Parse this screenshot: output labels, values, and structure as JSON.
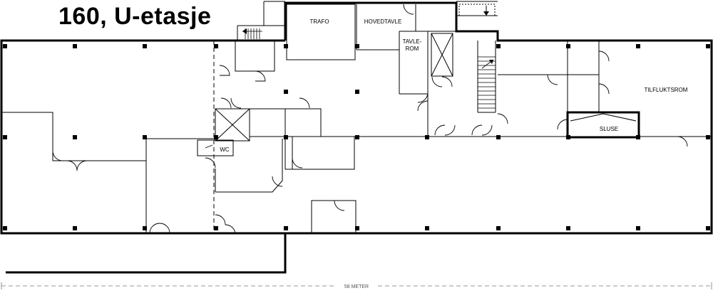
{
  "title": "160, U-etasje",
  "rooms": {
    "trafo": "TRAFO",
    "hovedtavle": "HOVEDTAVLE",
    "tavlerom_1": "TAVLE-",
    "tavlerom_2": "ROM",
    "tilfluktsrom": "TILFLUKTSROM",
    "sluse": "SLUSE",
    "wc": "WC"
  },
  "scale_label": "58 METER"
}
